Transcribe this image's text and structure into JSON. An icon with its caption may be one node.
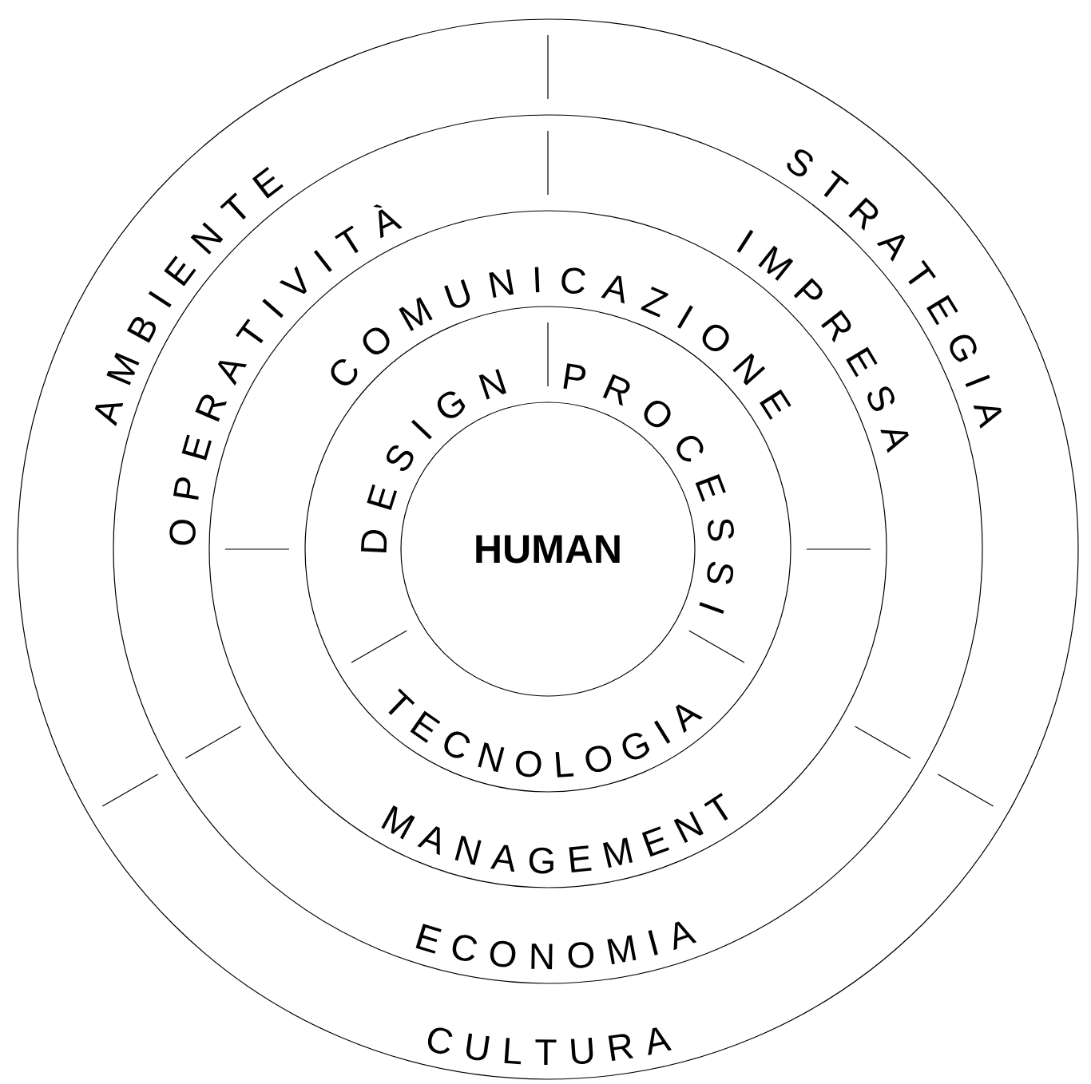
{
  "diagram": {
    "nodes": [
      {
        "text": [
          "HUMAN"
        ]
      },
      {
        "text": [
          "DESIGN"
        ]
      },
      {
        "text": [
          "PROCESSI"
        ]
      },
      {
        "text": [
          "TECNOLOGIA"
        ]
      },
      {
        "text": [
          "COMUNICAZIONE"
        ]
      },
      {
        "text": [
          "MANAGEMENT"
        ]
      },
      {
        "text": [
          "OPERATIVITÀ"
        ]
      },
      {
        "text": [
          "IMPRESA"
        ]
      },
      {
        "text": [
          "ECONOMIA"
        ]
      },
      {
        "text": [
          "AMBIENTE"
        ]
      },
      {
        "text": [
          "STRATEGIA"
        ]
      },
      {
        "text": [
          "CULTURA"
        ]
      }
    ]
  }
}
